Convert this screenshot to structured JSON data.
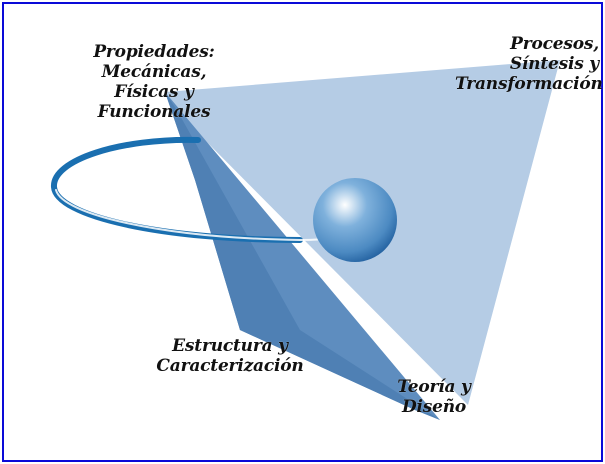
{
  "colors": {
    "border": "#0a0ad8",
    "face_light": "#b5cce5",
    "face_dark": "#5e8dbf",
    "ring": "#1a6fb0",
    "sphere_highlight": "#ffffff",
    "sphere_mid": "#7fb1dc",
    "sphere_dark": "#1c5a9a"
  },
  "labels": {
    "propiedades": [
      "Propiedades:",
      "Mecánicas,",
      "Físicas y",
      "Funcionales"
    ],
    "procesos": [
      "Procesos,",
      "Síntesis y",
      "Transformación"
    ],
    "estructura": [
      "Estructura y",
      "Caracterización"
    ],
    "teoria": [
      "Teoría y",
      "Diseño"
    ]
  },
  "icons": {
    "tetrahedron": "tetrahedron-shape",
    "ring": "orbit-ring",
    "sphere": "sphere-icon"
  }
}
